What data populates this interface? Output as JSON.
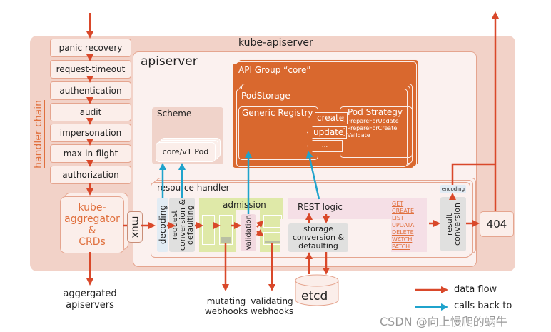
{
  "title": "kube-apiserver",
  "handler_chain": {
    "label": "handler chain",
    "steps": [
      "panic recovery",
      "request-timeout",
      "authentication",
      "audit",
      "impersonation",
      "max-in-flight",
      "authorization"
    ]
  },
  "aggregator": {
    "label_lines": [
      "kube-",
      "aggregator",
      "&",
      "CRDs"
    ]
  },
  "mux": "mux",
  "aggregated_apiservers": [
    "aggergated",
    "apiservers"
  ],
  "apiserver": {
    "label": "apiserver",
    "scheme": {
      "label": "Scheme",
      "item": "core/v1 Pod"
    },
    "api_group": {
      "label": "API Group  “core”",
      "pod_storage": "PodStorage",
      "generic_registry": "Generic Registry",
      "operations": [
        "create",
        "update",
        "..."
      ],
      "pod_strategy": {
        "title": "Pod Strategy",
        "items": [
          "- PrepareForUpdate",
          "- PrepareForCreate",
          "- Validate",
          "..."
        ]
      }
    },
    "resource_handler": {
      "label": "resource handler",
      "decoding": "decoding",
      "request_conversion": [
        "request",
        "conversion &",
        "defaulting"
      ],
      "admission": "admission",
      "validation": "validation",
      "rest_logic": "REST logic",
      "storage_conversion": [
        "storage",
        "conversion &",
        "defaulting"
      ],
      "verbs": [
        "GET",
        "CREATE",
        "LIST",
        "UPDATA",
        "DELETE",
        "WATCH",
        "PATCH"
      ],
      "result_conversion": [
        "result",
        "conversion"
      ],
      "encoding": "encoding"
    }
  },
  "not_found": "404",
  "mutating_webhooks": [
    "mutating",
    "webhooks"
  ],
  "validating_webhooks": [
    "validating",
    "webhooks"
  ],
  "etcd": "etcd",
  "legend": {
    "data_flow": {
      "label": "data flow",
      "color": "#d9482a"
    },
    "calls_back": {
      "label": "calls back to",
      "color": "#1fa3cc"
    }
  },
  "watermark": "CSDN @向上慢爬的蜗牛",
  "colors": {
    "accent_orange": "#d9682e",
    "outer_bg": "#f2d2c8",
    "admission_green": "#dfe9a8"
  }
}
